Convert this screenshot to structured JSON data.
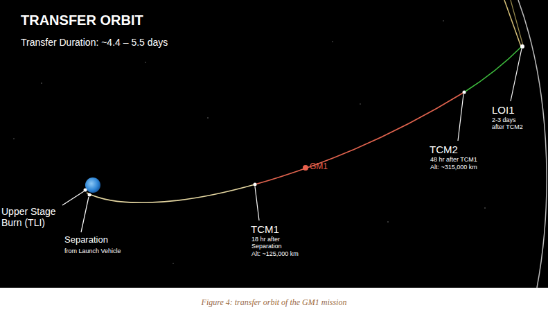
{
  "diagram": {
    "title": "TRANSFER ORBIT",
    "caption": "Figure 4: transfer orbit of the GM1 mission",
    "labels": [
      "Transfer Duration: ~4.4 – 5.5 days",
      "Upper Stage Burn (TLI)",
      "Separation",
      "from Launch Vehicle",
      "TCM1",
      "18 hr after Separation",
      "Alt: ~125,000 km",
      "GM1",
      "TCM2",
      "48 hr after TCM1",
      "Alt: ~315,000 km",
      "LOI1",
      "2-3 days after TCM2"
    ]
  }
}
